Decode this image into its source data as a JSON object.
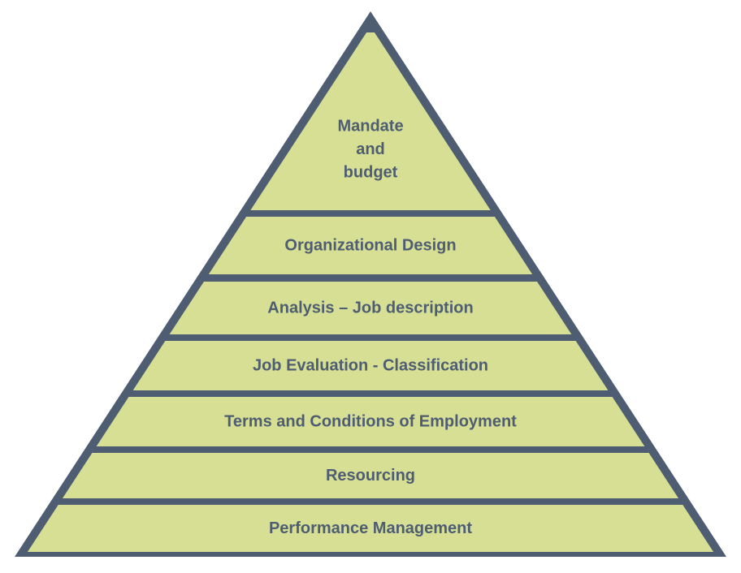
{
  "colors": {
    "fill": "#d6df93",
    "outline": "#4f5d73",
    "text": "#4f5d73"
  },
  "pyramid": {
    "levels": [
      {
        "lines": [
          "Mandate",
          "and",
          "budget"
        ]
      },
      {
        "lines": [
          "Organizational Design"
        ]
      },
      {
        "lines": [
          "Analysis – Job description"
        ]
      },
      {
        "lines": [
          "Job Evaluation - Classification"
        ]
      },
      {
        "lines": [
          "Terms and Conditions of Employment"
        ]
      },
      {
        "lines": [
          "Resourcing"
        ]
      },
      {
        "lines": [
          "Performance Management"
        ]
      }
    ]
  }
}
